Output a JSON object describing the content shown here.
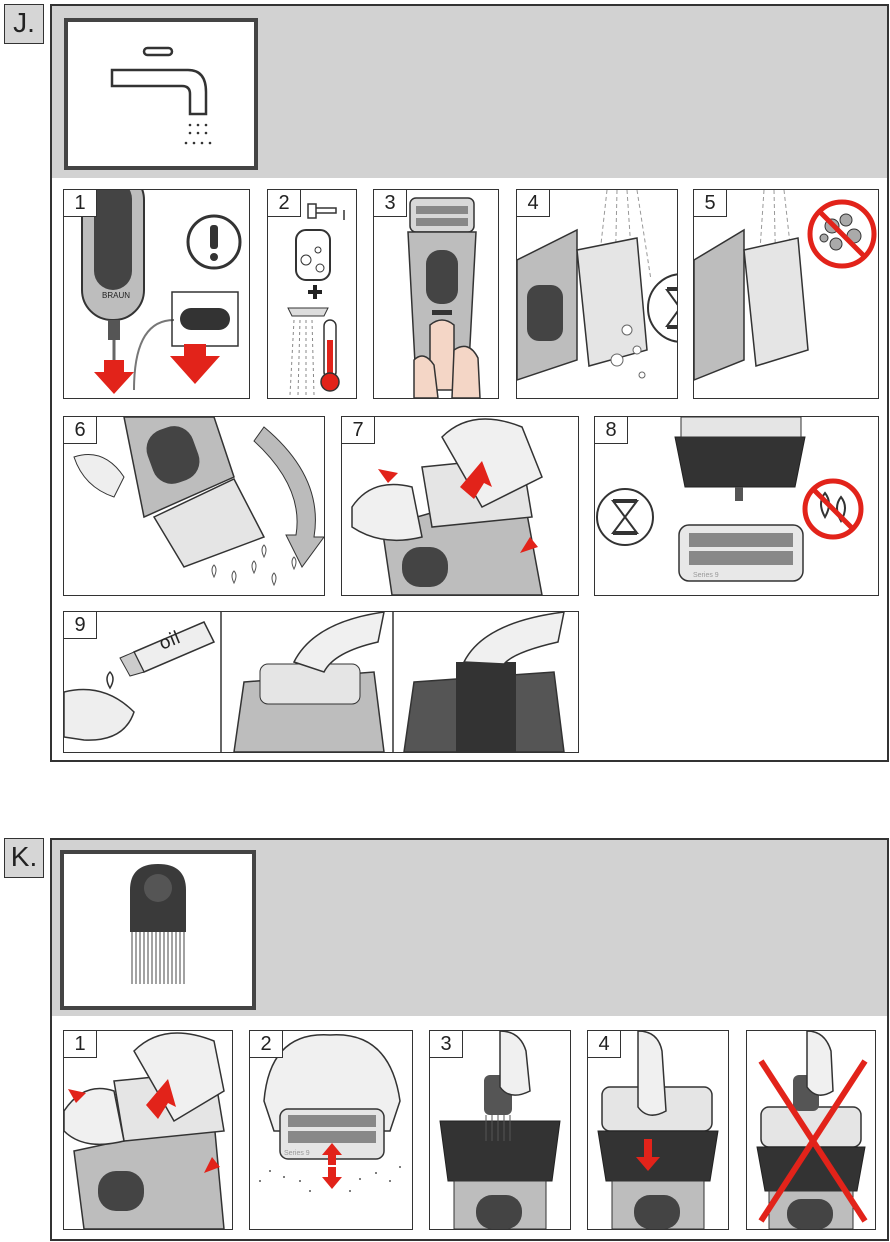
{
  "sections": [
    {
      "label": "J.",
      "header_icon": "faucet-water-icon",
      "steps": [
        {
          "number": "1",
          "icons": [
            "warning-icon",
            "unplug-arrow-icon"
          ]
        },
        {
          "number": "2",
          "icons": [
            "soap-dispenser-icon",
            "plus-icon",
            "thermometer-icon"
          ]
        },
        {
          "number": "3",
          "icons": [
            "power-button-icon"
          ]
        },
        {
          "number": "4",
          "icons": [
            "water-stream-icon",
            "hourglass-icon"
          ]
        },
        {
          "number": "5",
          "icons": [
            "water-stream-icon",
            "no-soap-icon"
          ]
        },
        {
          "number": "6",
          "icons": [
            "shake-arrow-icon",
            "water-drops-icon"
          ]
        },
        {
          "number": "7",
          "icons": [
            "release-arrow-icon"
          ]
        },
        {
          "number": "8",
          "icons": [
            "hourglass-icon",
            "no-water-drops-icon"
          ],
          "device_label": "Series 9"
        },
        {
          "number": "9",
          "icons": [
            "oil-tube-icon",
            "oil-drop-icon"
          ],
          "oil_label": "oil"
        }
      ]
    },
    {
      "label": "K.",
      "header_icon": "cleaning-brush-icon",
      "steps": [
        {
          "number": "1",
          "icons": [
            "release-arrow-icon"
          ]
        },
        {
          "number": "2",
          "icons": [
            "tap-arrows-icon"
          ],
          "device_label": "Series 9"
        },
        {
          "number": "3",
          "icons": [
            "brush-icon"
          ]
        },
        {
          "number": "4",
          "icons": [
            "brush-arrow-icon"
          ]
        },
        {
          "number": "",
          "icons": [
            "prohibited-cross-icon"
          ]
        }
      ]
    }
  ],
  "colors": {
    "accent_red": "#e2231a",
    "band_gray": "#d2d2d2",
    "device_gray": "#a7a7a7",
    "dark": "#3a3a3a"
  }
}
